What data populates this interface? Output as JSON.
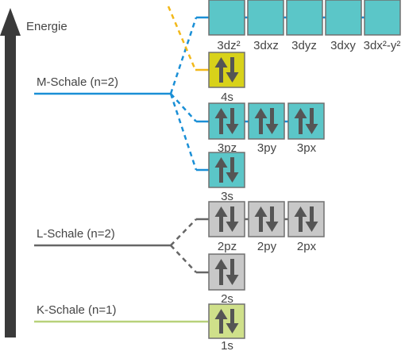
{
  "axis": {
    "label": "Energie"
  },
  "shells": [
    {
      "id": "m",
      "label": "M-Schale (n=2)",
      "color": "#1a8fd6"
    },
    {
      "id": "l",
      "label": "L-Schale (n=2)",
      "color": "#666666"
    },
    {
      "id": "k",
      "label": "K-Schale (n=1)",
      "color": "#b8d17a"
    }
  ],
  "orbitals": [
    {
      "id": "3dz2",
      "label": "3dz²",
      "shell": "m",
      "electrons": 0,
      "fill": "#5bc6c8"
    },
    {
      "id": "3dxz",
      "label": "3dxz",
      "shell": "m",
      "electrons": 0,
      "fill": "#5bc6c8"
    },
    {
      "id": "3dyz",
      "label": "3dyz",
      "shell": "m",
      "electrons": 0,
      "fill": "#5bc6c8"
    },
    {
      "id": "3dxy",
      "label": "3dxy",
      "shell": "m",
      "electrons": 0,
      "fill": "#5bc6c8"
    },
    {
      "id": "3dx2y2",
      "label": "3dx²-y²",
      "shell": "m",
      "electrons": 0,
      "fill": "#5bc6c8"
    },
    {
      "id": "4s",
      "label": "4s",
      "shell": "n",
      "electrons": 2,
      "fill": "#d8d21a"
    },
    {
      "id": "3pz",
      "label": "3pz",
      "shell": "m",
      "electrons": 2,
      "fill": "#5bc6c8"
    },
    {
      "id": "3py",
      "label": "3py",
      "shell": "m",
      "electrons": 2,
      "fill": "#5bc6c8"
    },
    {
      "id": "3px",
      "label": "3px",
      "shell": "m",
      "electrons": 2,
      "fill": "#5bc6c8"
    },
    {
      "id": "3s",
      "label": "3s",
      "shell": "m",
      "electrons": 2,
      "fill": "#5bc6c8"
    },
    {
      "id": "2pz",
      "label": "2pz",
      "shell": "l",
      "electrons": 2,
      "fill": "#c8c8c8"
    },
    {
      "id": "2py",
      "label": "2py",
      "shell": "l",
      "electrons": 2,
      "fill": "#c8c8c8"
    },
    {
      "id": "2px",
      "label": "2px",
      "shell": "l",
      "electrons": 2,
      "fill": "#c8c8c8"
    },
    {
      "id": "2s",
      "label": "2s",
      "shell": "l",
      "electrons": 2,
      "fill": "#c8c8c8"
    },
    {
      "id": "1s",
      "label": "1s",
      "shell": "k",
      "electrons": 2,
      "fill": "#cfe08a"
    }
  ],
  "colors": {
    "arrow": "#3a3a3a",
    "electron": "#555555",
    "box_border": "#707070",
    "n_shell_line": "#f2b81a"
  }
}
